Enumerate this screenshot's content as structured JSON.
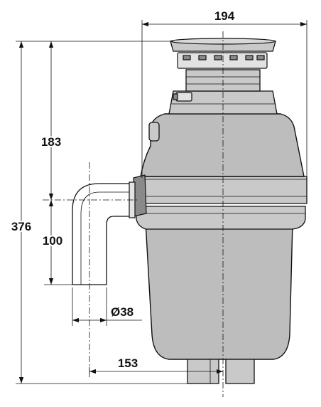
{
  "dimensions": {
    "width_top": "194",
    "height_total": "376",
    "height_upper": "183",
    "height_outlet": "100",
    "outlet_diameter": "Ø38",
    "outlet_offset": "153"
  }
}
